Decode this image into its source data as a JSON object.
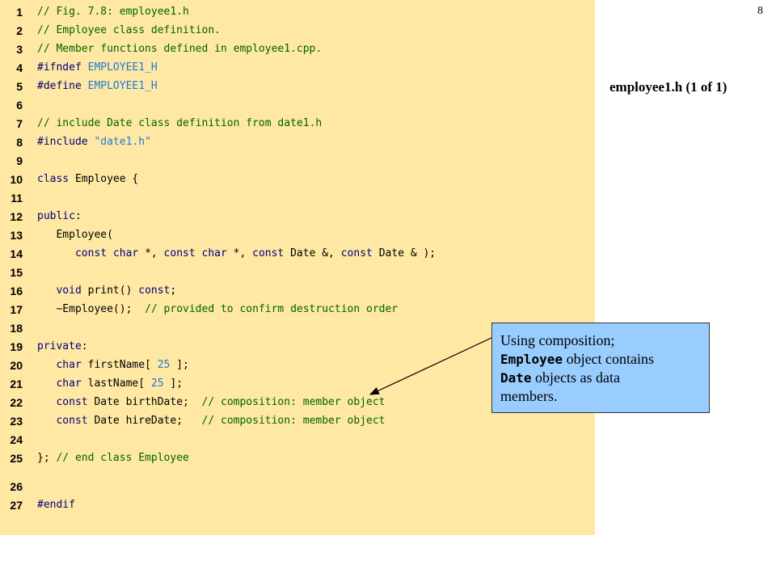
{
  "page_number": "8",
  "slide_caption": "employee1.h  (1 of 1)",
  "callout": {
    "line1": "Using composition;",
    "class_word": "Employee",
    "text_after_class": " object contains",
    "date_word": "Date",
    "text_after_date": " objects as data",
    "line4": "members."
  },
  "code_lines": [
    {
      "num": "1",
      "parts": [
        [
          "c",
          "// Fig. 7.8: employee1.h"
        ]
      ]
    },
    {
      "num": "2",
      "parts": [
        [
          "c",
          "// Employee class definition."
        ]
      ]
    },
    {
      "num": "3",
      "parts": [
        [
          "c",
          "// Member functions defined in employee1.cpp."
        ]
      ]
    },
    {
      "num": "4",
      "parts": [
        [
          "k",
          "#ifndef "
        ],
        [
          "n",
          "EMPLOYEE1_H"
        ]
      ]
    },
    {
      "num": "5",
      "parts": [
        [
          "k",
          "#define "
        ],
        [
          "n",
          "EMPLOYEE1_H"
        ]
      ]
    },
    {
      "num": "6",
      "parts": []
    },
    {
      "num": "7",
      "parts": [
        [
          "c",
          "// include Date class definition from date1.h"
        ]
      ]
    },
    {
      "num": "8",
      "parts": [
        [
          "k",
          "#include "
        ],
        [
          "s",
          "\"date1.h\""
        ]
      ]
    },
    {
      "num": "9",
      "parts": []
    },
    {
      "num": "10",
      "parts": [
        [
          "k",
          "class "
        ],
        [
          "t",
          "Employee {"
        ]
      ]
    },
    {
      "num": "11",
      "parts": []
    },
    {
      "num": "12",
      "parts": [
        [
          "k",
          "public"
        ],
        [
          "t",
          ":"
        ]
      ]
    },
    {
      "num": "13",
      "parts": [
        [
          "t",
          "   Employee("
        ]
      ]
    },
    {
      "num": "14",
      "parts": [
        [
          "t",
          "      "
        ],
        [
          "k",
          "const char "
        ],
        [
          "t",
          "*, "
        ],
        [
          "k",
          "const char "
        ],
        [
          "t",
          "*, "
        ],
        [
          "k",
          "const "
        ],
        [
          "t",
          "Date &, "
        ],
        [
          "k",
          "const "
        ],
        [
          "t",
          "Date & );"
        ]
      ]
    },
    {
      "num": "15",
      "parts": []
    },
    {
      "num": "16",
      "parts": [
        [
          "t",
          "   "
        ],
        [
          "k",
          "void "
        ],
        [
          "t",
          "print() "
        ],
        [
          "k",
          "const"
        ],
        [
          "t",
          ";"
        ]
      ]
    },
    {
      "num": "17",
      "parts": [
        [
          "t",
          "   ~Employee();  "
        ],
        [
          "c",
          "// provided to confirm destruction order"
        ]
      ]
    },
    {
      "num": "18",
      "parts": []
    },
    {
      "num": "19",
      "parts": [
        [
          "k",
          "private"
        ],
        [
          "t",
          ":"
        ]
      ]
    },
    {
      "num": "20",
      "parts": [
        [
          "t",
          "   "
        ],
        [
          "k",
          "char "
        ],
        [
          "t",
          "firstName[ "
        ],
        [
          "n",
          "25"
        ],
        [
          "t",
          " ];"
        ]
      ]
    },
    {
      "num": "21",
      "parts": [
        [
          "t",
          "   "
        ],
        [
          "k",
          "char "
        ],
        [
          "t",
          "lastName[ "
        ],
        [
          "n",
          "25"
        ],
        [
          "t",
          " ];"
        ]
      ]
    },
    {
      "num": "22",
      "parts": [
        [
          "t",
          "   "
        ],
        [
          "k",
          "const "
        ],
        [
          "t",
          "Date birthDate;  "
        ],
        [
          "c",
          "// composition: member object"
        ]
      ]
    },
    {
      "num": "23",
      "parts": [
        [
          "t",
          "   "
        ],
        [
          "k",
          "const "
        ],
        [
          "t",
          "Date hireDate;   "
        ],
        [
          "c",
          "// composition: member object"
        ]
      ]
    },
    {
      "num": "24",
      "parts": []
    },
    {
      "num": "25",
      "parts": [
        [
          "t",
          "}; "
        ],
        [
          "c",
          "// end class Employee"
        ]
      ]
    },
    {
      "num": "26",
      "parts": []
    },
    {
      "num": "27",
      "parts": [
        [
          "k",
          "#endif"
        ]
      ]
    }
  ]
}
